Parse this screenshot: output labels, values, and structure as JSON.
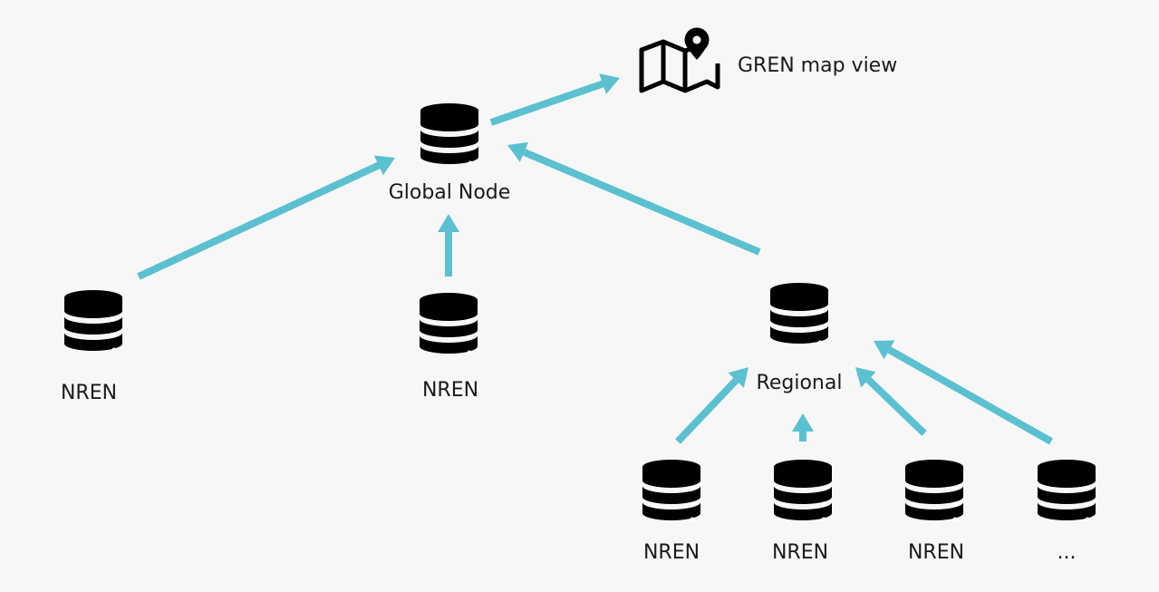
{
  "colors": {
    "arrow": "#5bc0d0",
    "icon": "#000000",
    "background": "#f7f7f7"
  },
  "map": {
    "icon": "map-pin-icon",
    "label": "GREN map view"
  },
  "global_node": {
    "icon": "database-icon",
    "label": "Global Node"
  },
  "regional_node": {
    "icon": "database-icon",
    "label": "Regional"
  },
  "nrens": [
    {
      "id": "nren-left",
      "label": "NREN"
    },
    {
      "id": "nren-center",
      "label": "NREN"
    },
    {
      "id": "nren-r1",
      "label": "NREN"
    },
    {
      "id": "nren-r2",
      "label": "NREN"
    },
    {
      "id": "nren-r3",
      "label": "NREN"
    },
    {
      "id": "nren-r4",
      "label": "..."
    }
  ],
  "edges": [
    {
      "from": "global_node",
      "to": "map"
    },
    {
      "from": "nren-left",
      "to": "global_node"
    },
    {
      "from": "nren-center",
      "to": "global_node"
    },
    {
      "from": "regional_node",
      "to": "global_node"
    },
    {
      "from": "nren-r1",
      "to": "regional_node"
    },
    {
      "from": "nren-r2",
      "to": "regional_node"
    },
    {
      "from": "nren-r3",
      "to": "regional_node"
    },
    {
      "from": "nren-r4",
      "to": "regional_node"
    }
  ]
}
